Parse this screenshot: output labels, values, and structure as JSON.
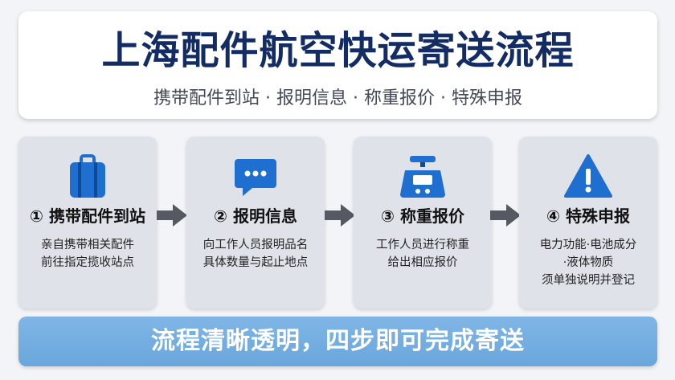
{
  "header": {
    "title": "上海配件航空快运寄送流程",
    "subtitle": "携带配件到站 · 报明信息 · 称重报价 · 特殊申报"
  },
  "steps": [
    {
      "title": "① 携带配件到站",
      "icon": "suitcase-icon",
      "desc": [
        "亲自携带相关配件",
        "前往指定揽收站点"
      ]
    },
    {
      "title": "② 报明信息",
      "icon": "chat-bubble-icon",
      "desc": [
        "向工作人员报明品名",
        "具体数量与起止地点"
      ]
    },
    {
      "title": "③ 称重报价",
      "icon": "scale-icon",
      "desc": [
        "工作人员进行称重",
        "给出相应报价"
      ]
    },
    {
      "title": "④ 特殊申报",
      "icon": "warning-icon",
      "desc": [
        "电力功能·电池成分",
        "·液体物质",
        "须单独说明并登记"
      ]
    }
  ],
  "banner": {
    "text": "流程清晰透明，四步即可完成寄送"
  },
  "colors": {
    "title": "#132c63",
    "icon_blue": "#1f6fd1",
    "card": "#dfe3e9",
    "arrow": "#555a62",
    "banner": "#74aee1"
  }
}
